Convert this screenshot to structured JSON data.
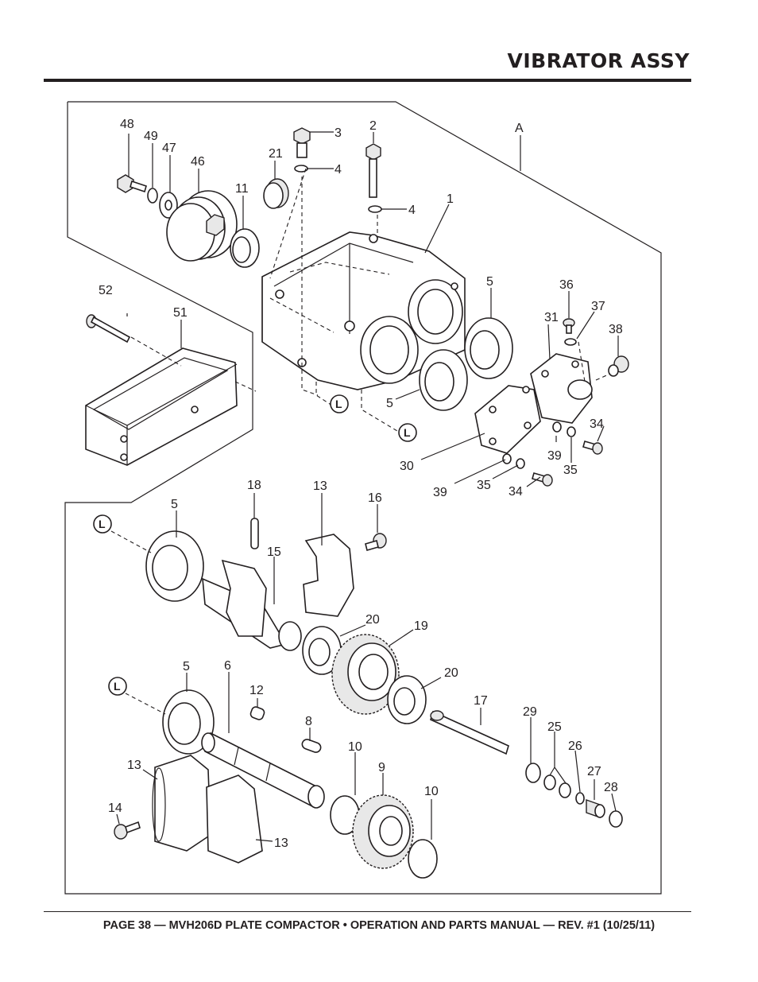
{
  "header": {
    "title": "VIBRATOR ASSY"
  },
  "footer": {
    "text": "PAGE 38 — MVH206D PLATE COMPACTOR • OPERATION AND PARTS MANUAL — REV. #1 (10/25/11)"
  },
  "diagram": {
    "callouts": {
      "c48": "48",
      "c49": "49",
      "c47": "47",
      "c46": "46",
      "c11": "11",
      "c21": "21",
      "c3": "3",
      "c4a": "4",
      "c2": "2",
      "c4b": "4",
      "cA": "A",
      "c1": "1",
      "c52": "52",
      "c51": "51",
      "c5a": "5",
      "c36": "36",
      "c37": "37",
      "c38": "38",
      "c31": "31",
      "c5b": "5",
      "c34a": "34",
      "c39a": "39",
      "c35a": "35",
      "c30": "30",
      "c39b": "39",
      "c35b": "35",
      "c34b": "34",
      "c5c": "5",
      "c18": "18",
      "c13a": "13",
      "c16": "16",
      "c15": "15",
      "c20a": "20",
      "c19": "19",
      "c20b": "20",
      "c5d": "5",
      "c6": "6",
      "c12": "12",
      "c8": "8",
      "c17": "17",
      "c29": "29",
      "c25": "25",
      "c26": "26",
      "c27": "27",
      "c28": "28",
      "c13b": "13",
      "c10a": "10",
      "c9": "9",
      "c10b": "10",
      "c14": "14",
      "c13c": "13"
    },
    "connectors": {
      "L1": "L",
      "L2": "L",
      "L3": "L",
      "L4": "L"
    }
  }
}
